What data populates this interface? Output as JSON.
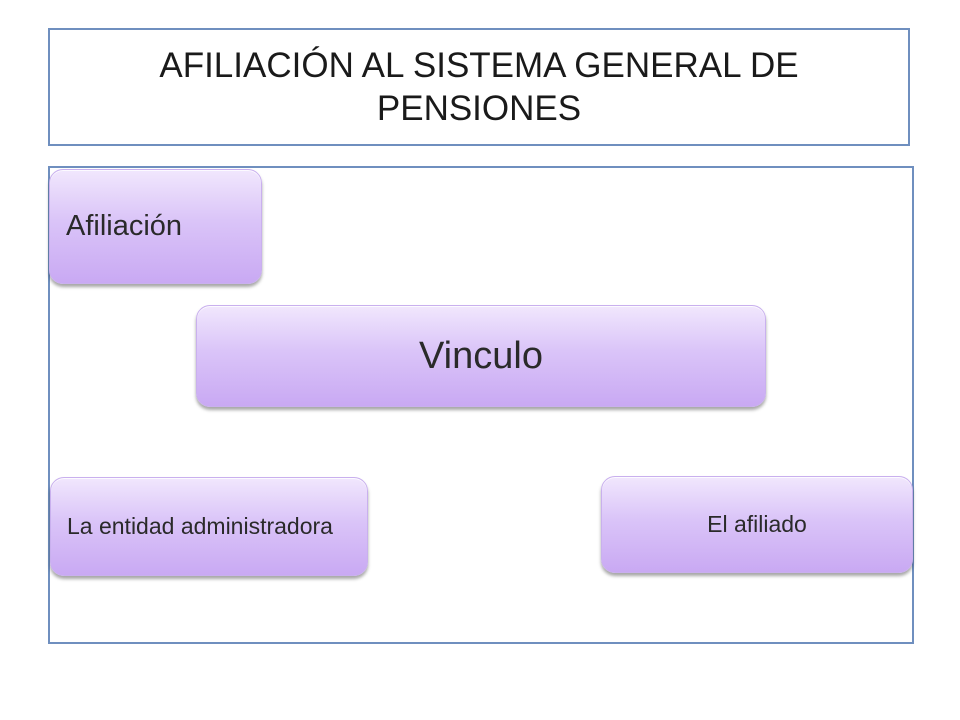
{
  "title": "AFILIACIÓN AL SISTEMA GENERAL DE PENSIONES",
  "nodes": {
    "afiliacion": "Afiliación",
    "vinculo": "Vinculo",
    "entidad": "La entidad administradora",
    "afiliado": "El afiliado"
  },
  "colors": {
    "frame_border": "#6f8fbf",
    "node_fill_top": "#f1e7fd",
    "node_fill_bottom": "#c9a9f3"
  }
}
